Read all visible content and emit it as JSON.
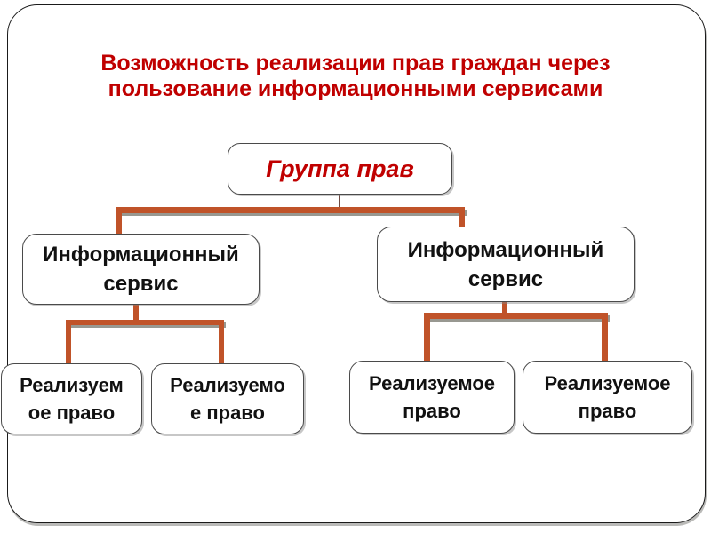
{
  "title": {
    "lines": [
      "Возможность реализации прав граждан через",
      "пользование информационными сервисами"
    ]
  },
  "diagram": {
    "root": {
      "label": "Группа прав"
    },
    "level2": [
      {
        "lines": [
          "Информационный",
          "сервис"
        ]
      },
      {
        "lines": [
          "Информационный",
          "сервис"
        ]
      }
    ],
    "level3": [
      {
        "lines": [
          "Реализуем",
          "ое право"
        ]
      },
      {
        "lines": [
          "Реализуемо",
          "е право"
        ]
      },
      {
        "lines": [
          "Реализуемое",
          "право"
        ]
      },
      {
        "lines": [
          "Реализуемое",
          "право"
        ]
      }
    ],
    "colors": {
      "title_text": "#C00000",
      "root_text": "#C00000",
      "node_text": "#111111",
      "node_border": "#4A4A4A",
      "node_fill": "#FFFFFF",
      "connector": "#C05329",
      "connector_shadow": "#8D8D85",
      "root_stub": "#6E4A42",
      "frame_border": "#1A1A1A",
      "background": "#FFFFFF"
    }
  }
}
